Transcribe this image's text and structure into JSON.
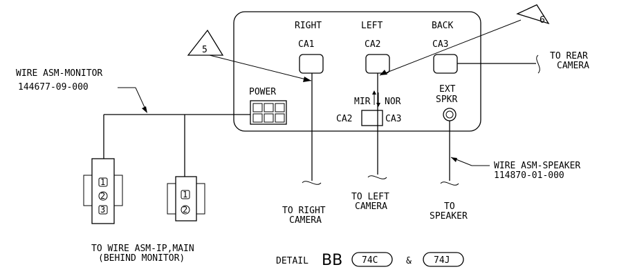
{
  "panel": {
    "cameras": [
      {
        "position_label": "RIGHT",
        "port_label": "CA1"
      },
      {
        "position_label": "LEFT",
        "port_label": "CA2"
      },
      {
        "position_label": "BACK",
        "port_label": "CA3"
      }
    ],
    "power_label": "POWER",
    "mirror_label": "MIR",
    "normal_label": "NOR",
    "switch_left_label": "CA2",
    "switch_right_label": "CA3",
    "ext_speaker_label_1": "EXT",
    "ext_speaker_label_2": "SPKR"
  },
  "callouts": {
    "left_flag": "5",
    "right_flag": "6"
  },
  "wire_monitor": {
    "name": "WIRE ASM-MONITOR",
    "part_number": "144677-09-000"
  },
  "wire_speaker": {
    "name": "WIRE ASM-SPEAKER",
    "part_number": "114870-01-000"
  },
  "destinations": {
    "rear_camera": [
      "TO REAR",
      "CAMERA"
    ],
    "right_camera": [
      "TO RIGHT",
      "CAMERA"
    ],
    "left_camera": [
      "TO LEFT",
      "CAMERA"
    ],
    "speaker": [
      "TO",
      "SPEAKER"
    ],
    "main_harness": [
      "TO WIRE ASM-IP,MAIN",
      "(BEHIND MONITOR)"
    ]
  },
  "connector_pins": {
    "three_pin": [
      "1",
      "2",
      "3"
    ],
    "two_pin": [
      "1",
      "2"
    ]
  },
  "detail": {
    "prefix": "DETAIL",
    "id": "BB",
    "ref_1": "74C",
    "joiner": "&",
    "ref_2": "74J"
  }
}
